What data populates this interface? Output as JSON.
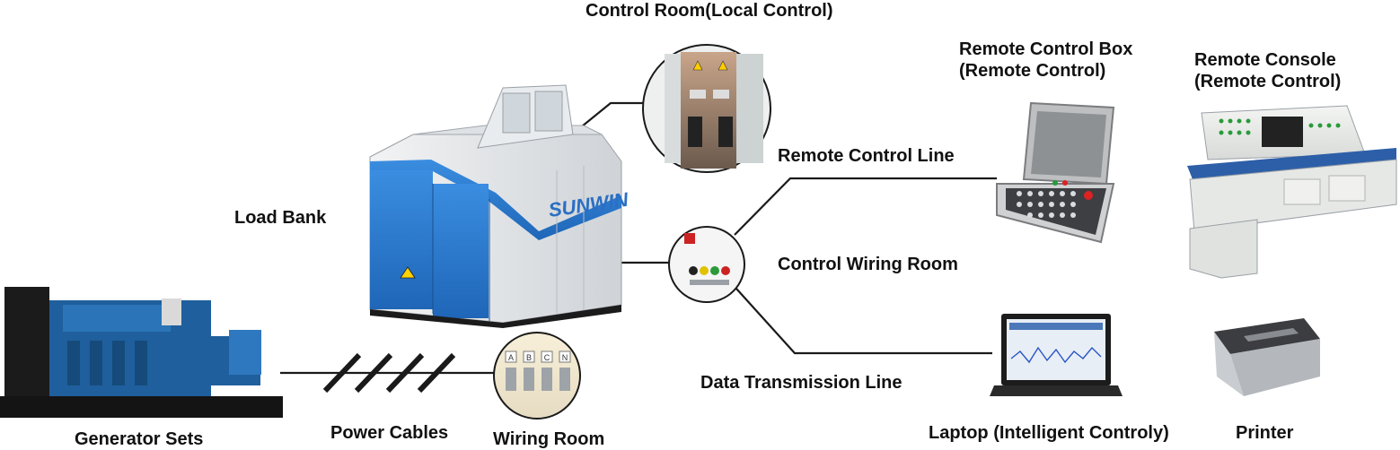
{
  "labels": {
    "control_room": "Control Room(Local Control)",
    "remote_box_line1": "Remote Control Box",
    "remote_box_line2": "(Remote Control)",
    "remote_console_line1": "Remote Console",
    "remote_console_line2": "(Remote Control)",
    "remote_control_line": "Remote Control Line",
    "load_bank": "Load Bank",
    "control_wiring_room": "Control Wiring Room",
    "data_transmission_line": "Data Transmission Line",
    "generator_sets": "Generator Sets",
    "power_cables": "Power Cables",
    "wiring_room": "Wiring Room",
    "laptop": "Laptop (Intelligent Controly)",
    "printer": "Printer"
  },
  "brand": {
    "logo_text": "SUNWIN",
    "logo_color": "#2a6fc4"
  },
  "wiring_terminals": [
    "A",
    "B",
    "C",
    "N"
  ],
  "colors": {
    "load_bank_body": "#e4e6e8",
    "load_bank_blue": "#2f7fd0",
    "generator_blue": "#1d5f9c",
    "line": "#1a1a1a"
  }
}
